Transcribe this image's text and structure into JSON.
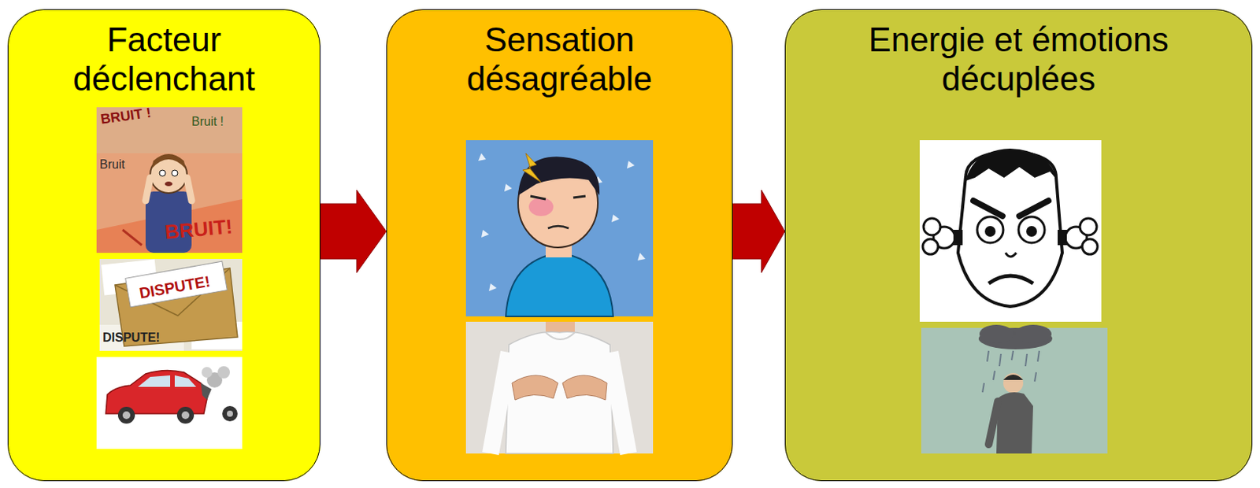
{
  "diagram": {
    "nodes": [
      {
        "text": [
          "Facteur déclenchant"
        ]
      },
      {
        "text": [
          "Sensation désagréable"
        ]
      },
      {
        "text": [
          "Energie et émotions décuplées"
        ]
      }
    ],
    "edges": [
      {
        "from": 0,
        "to": 1,
        "arrow": "to"
      },
      {
        "from": 1,
        "to": 2,
        "arrow": "to"
      }
    ],
    "labels": [
      "BRUIT !",
      "Bruit",
      "Bruit !",
      "BRUIT!",
      "DISPUTE!",
      "DISPUTE!"
    ]
  }
}
